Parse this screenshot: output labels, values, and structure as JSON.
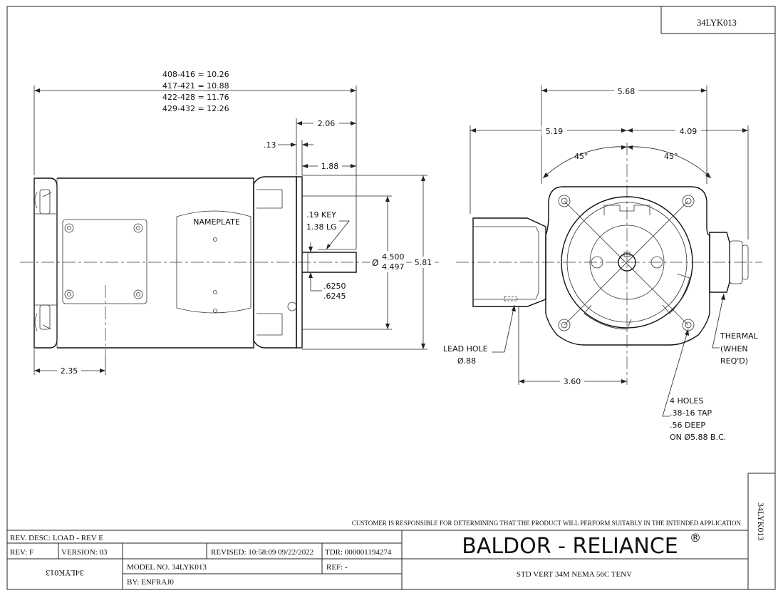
{
  "drawing_number": "34LYK013",
  "side_drawing_number": "34LYK013",
  "mirrored_number": "34LYK013",
  "length_dims": [
    "408-416 = 10.26",
    "417-421 = 10.88",
    "422-428 = 11.76",
    "429-432 = 12.26"
  ],
  "dims": {
    "d_206": "2.06",
    "d_013": ".13",
    "d_188": "1.88",
    "key": ".19 KEY",
    "key_len": "1.38 LG",
    "pilot_sym": "Ø",
    "pilot_hi": "4.500",
    "pilot_lo": "4.497",
    "height": "5.81",
    "shaft_hi": ".6250",
    "shaft_lo": ".6245",
    "d_235": "2.35",
    "nameplate": "NAMEPLATE",
    "d_568": "5.68",
    "d_519": "5.19",
    "d_409": "4.09",
    "angle_l": "45°",
    "angle_r": "45°",
    "lead_hole": "LEAD HOLE",
    "lead_dia": "Ø.88",
    "d_360": "3.60",
    "thermal_1": "THERMAL",
    "thermal_2": "(WHEN",
    "thermal_3": "REQ'D)",
    "holes_1": "4 HOLES",
    "holes_2": ".38-16 TAP",
    "holes_3": ".56 DEEP",
    "holes_4": "ON Ø5.88 B.C."
  },
  "disclaimer": "CUSTOMER IS RESPONSIBLE FOR DETERMINING THAT THE PRODUCT WILL PERFORM SUITABLY IN THE INTENDED APPLICATION",
  "title_block": {
    "rev_desc": "REV. DESC: LOAD - REV E",
    "rev": "REV:  F",
    "version": "VERSION: 03",
    "revised": "REVISED: 10:58:09 09/22/2022",
    "tdr": "TDR: 000001194274",
    "model_no": "MODEL NO. 34LYK013",
    "ref": "REF:  -",
    "by": "BY:   ENFRAJ0",
    "company": "BALDOR - RELIANCE",
    "registered": "®",
    "description": "STD VERT 34M NEMA 56C TENV"
  }
}
